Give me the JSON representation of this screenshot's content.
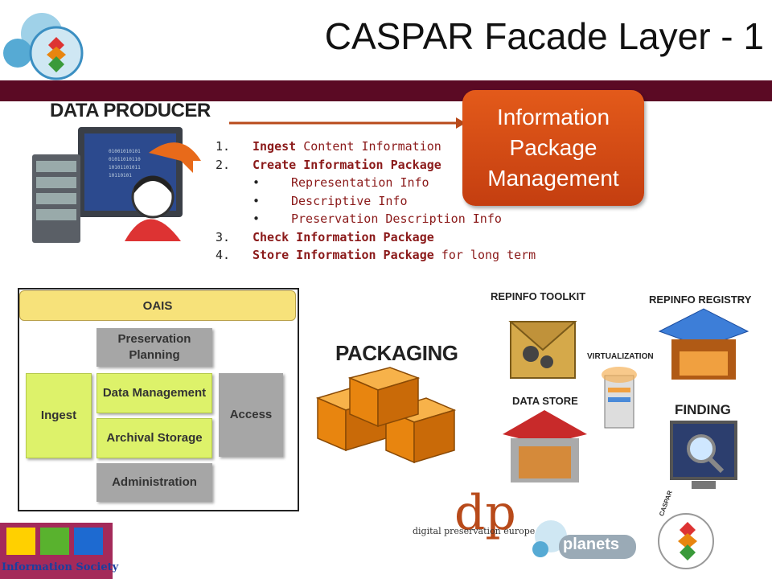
{
  "slide": {
    "title": "CASPAR Facade Layer - 1",
    "producer_title": "DATA PRODUCER",
    "ipm_label": "Information Package Management",
    "steps": [
      {
        "num": "1.",
        "bold": "Ingest",
        "rest": " Content Information"
      },
      {
        "num": "2.",
        "bold": "Create Information Package",
        "rest": ""
      },
      {
        "num": "3.",
        "bold": "Check Information Package",
        "rest": ""
      },
      {
        "num": "4.",
        "bold": "Store Information Package",
        "rest": " for long term"
      }
    ],
    "sub_steps": [
      "Representation Info",
      "Descriptive Info",
      "Preservation Description Info"
    ],
    "bullet": "•"
  },
  "oais": {
    "header": "OAIS",
    "preservation_planning": "Preservation Planning",
    "ingest": "Ingest",
    "data_management": "Data Management",
    "access": "Access",
    "archival_storage": "Archival Storage",
    "administration": "Administration"
  },
  "packaging": {
    "title": "PACKAGING"
  },
  "components": {
    "repinfo_toolkit": "REPINFO TOOLKIT",
    "repinfo_registry": "REPINFO REGISTRY",
    "virtualization": "VIRTUALIZATION",
    "data_store": "DATA STORE",
    "finding": "FINDING"
  },
  "logos": {
    "dpe": "digital preservation europe",
    "dpe_letters": "dp",
    "planets": "planets",
    "caspar": "CASPAR",
    "information_society": "Information Society"
  },
  "colors": {
    "band": "#5b0a24",
    "ipm_box": "#d2481a",
    "step_text": "#8b1a1a",
    "oais_header": "#f7e27a",
    "green_block": "#ddf26a",
    "gray_block": "#a6a6a6",
    "box_orange": "#e8850f"
  }
}
